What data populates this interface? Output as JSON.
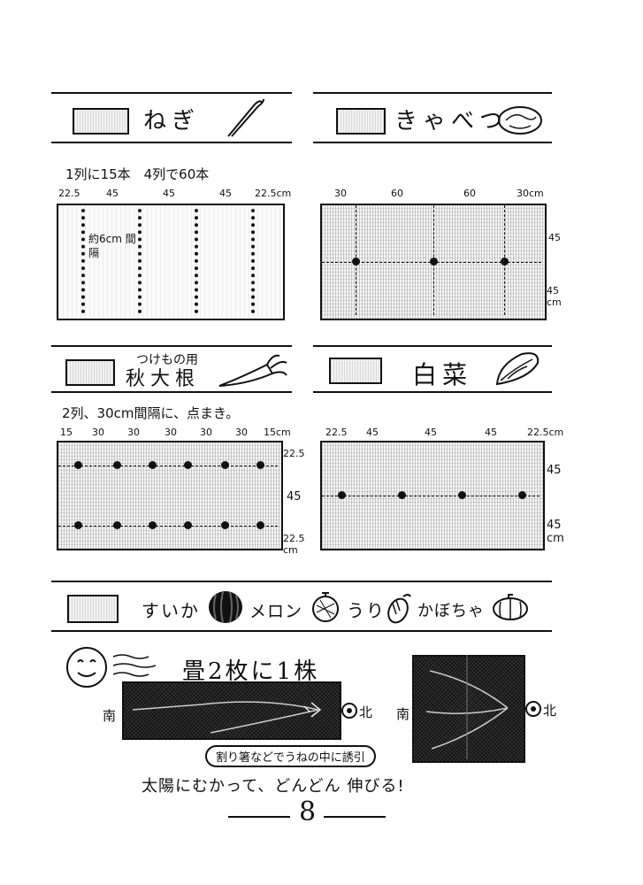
{
  "negi": {
    "title": "ねぎ",
    "note": "1列に15本　4列で60本",
    "ticks": [
      "22.5",
      "45",
      "45",
      "45",
      "22.5cm"
    ],
    "gap_label": "約6cm 間隔"
  },
  "kyabetsu": {
    "title": "きゃべつ",
    "ticks": [
      "30",
      "60",
      "60",
      "30cm"
    ],
    "side": [
      "45",
      "45 cm"
    ]
  },
  "daikon": {
    "subtitle": "つけもの用",
    "title": "秋大根",
    "note": "2列、30cm間隔に、点まき。",
    "ticks": [
      "15",
      "30",
      "30",
      "30",
      "30",
      "30",
      "15cm"
    ],
    "side": [
      "22.5",
      "45",
      "22.5 cm"
    ]
  },
  "hakusai": {
    "title": "白菜",
    "ticks": [
      "22.5",
      "45",
      "45",
      "45",
      "22.5cm"
    ],
    "side": [
      "45",
      "45 cm"
    ]
  },
  "melons": {
    "items": [
      "すいか",
      "メロン",
      "うり",
      "かぼちゃ"
    ],
    "headline": "畳2枚に1株",
    "south": "南",
    "north": "北",
    "callout": "割り箸などでうねの中に誘引",
    "caption": "太陽にむかって、どんどん 伸びる!"
  },
  "page_number": "8"
}
